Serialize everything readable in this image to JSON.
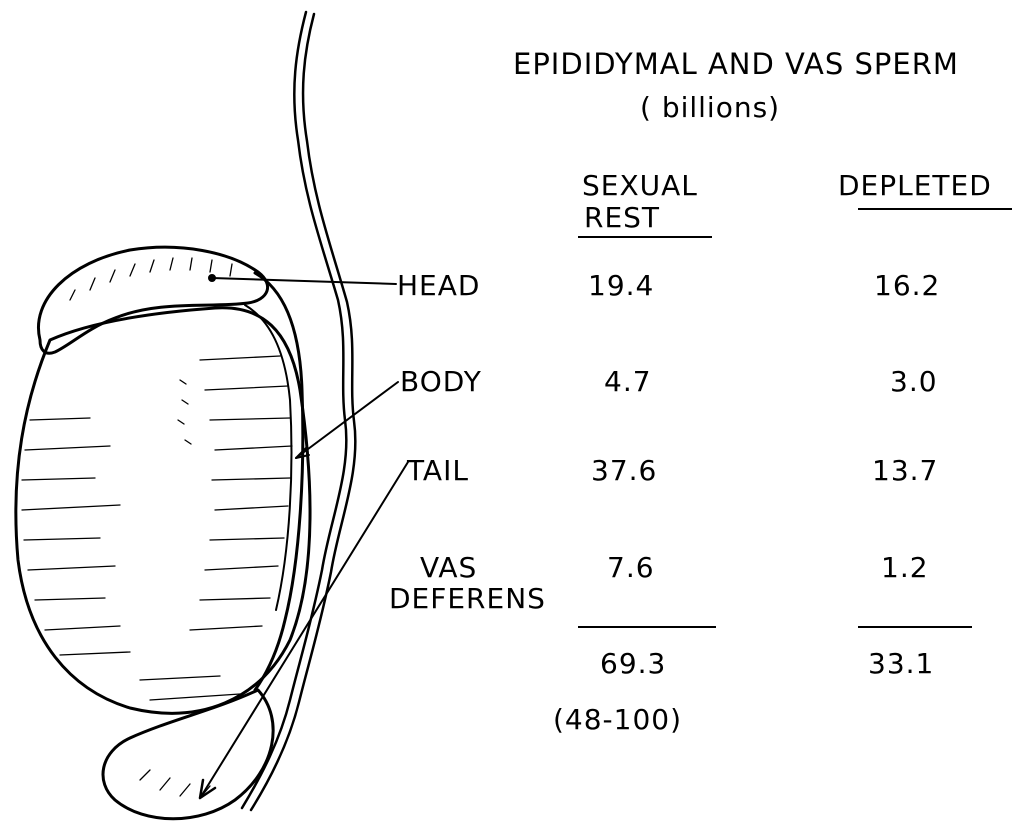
{
  "title": "EPIDIDYMAL AND VAS SPERM",
  "subtitle": "( billions)",
  "columns": {
    "sexual_rest_line1": "SEXUAL",
    "sexual_rest_line2": "REST",
    "depleted": "DEPLETED"
  },
  "rows": [
    {
      "label": "HEAD",
      "sexual_rest": "19.4",
      "depleted": "16.2"
    },
    {
      "label": "BODY",
      "sexual_rest": "4.7",
      "depleted": "3.0"
    },
    {
      "label": "TAIL",
      "sexual_rest": "37.6",
      "depleted": "13.7"
    },
    {
      "label_line1": "VAS",
      "label_line2": "DEFERENS",
      "sexual_rest": "7.6",
      "depleted": "1.2"
    }
  ],
  "totals": {
    "sexual_rest": "69.3",
    "depleted": "33.1"
  },
  "range": "(48-100)"
}
